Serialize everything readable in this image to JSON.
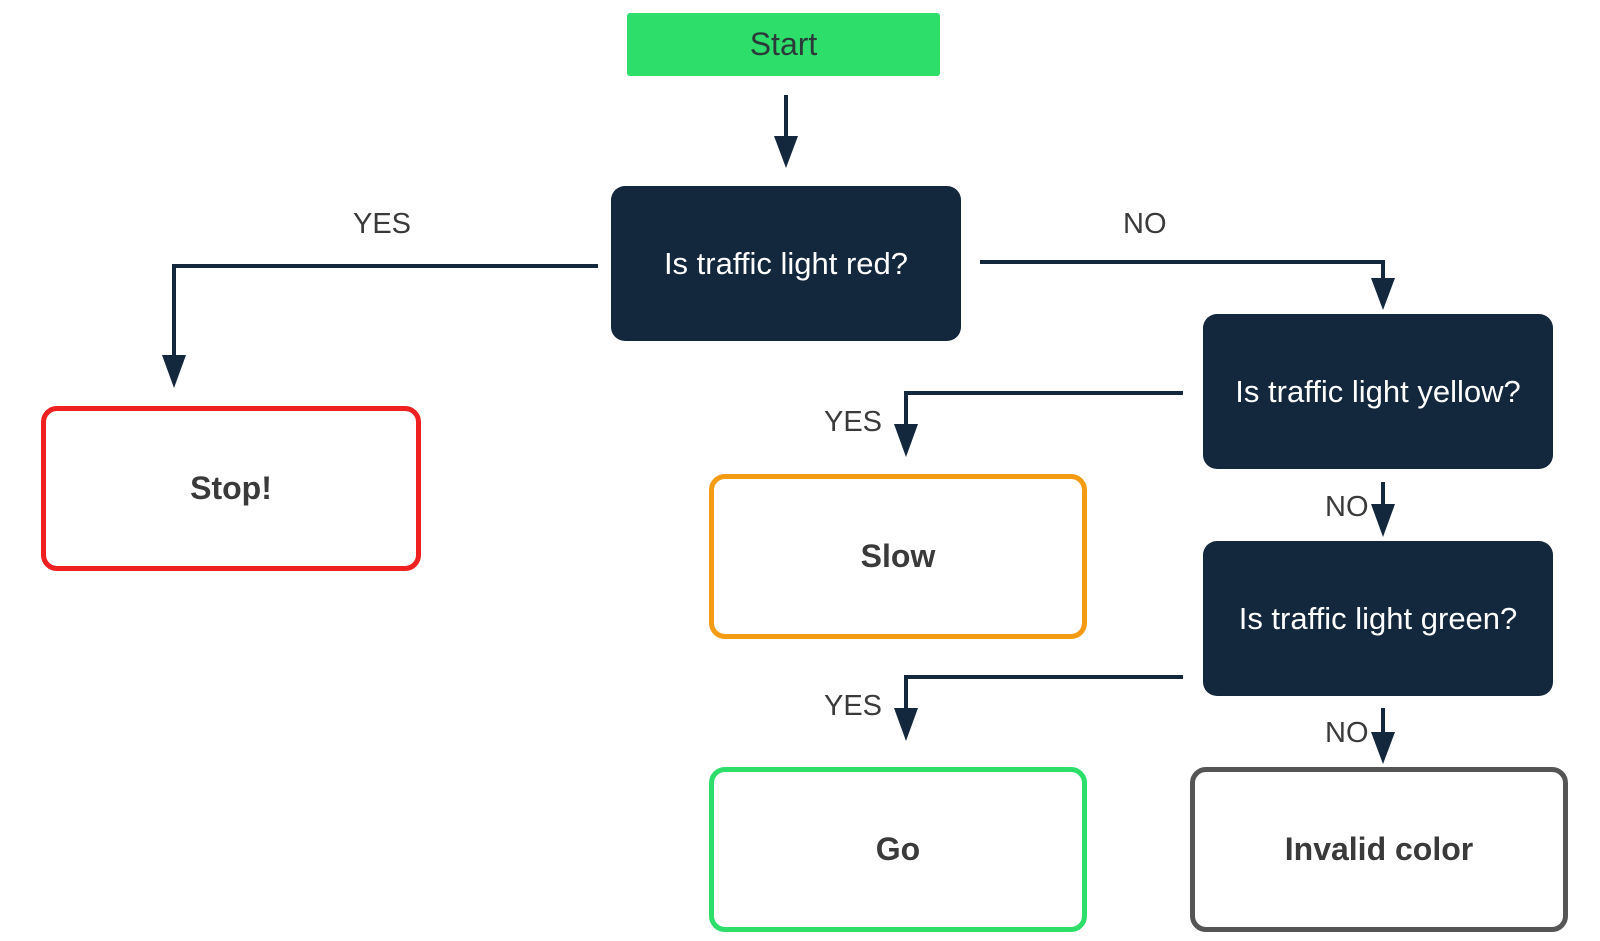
{
  "nodes": {
    "start": "Start",
    "q_red": "Is traffic light red?",
    "q_yellow": "Is traffic light yellow?",
    "q_green": "Is traffic light green?",
    "stop": "Stop!",
    "slow": "Slow",
    "go": "Go",
    "invalid": "Invalid color"
  },
  "edges": {
    "red_yes": "YES",
    "red_no": "NO",
    "yellow_yes": "YES",
    "yellow_no": "NO",
    "green_yes": "YES",
    "green_no": "NO"
  },
  "colors": {
    "start": "#2ede6a",
    "decision": "#13283d",
    "stop": "#ef2020",
    "slow": "#f39b13",
    "go": "#2ede6a",
    "invalid": "#555555",
    "connector": "#13283d"
  }
}
